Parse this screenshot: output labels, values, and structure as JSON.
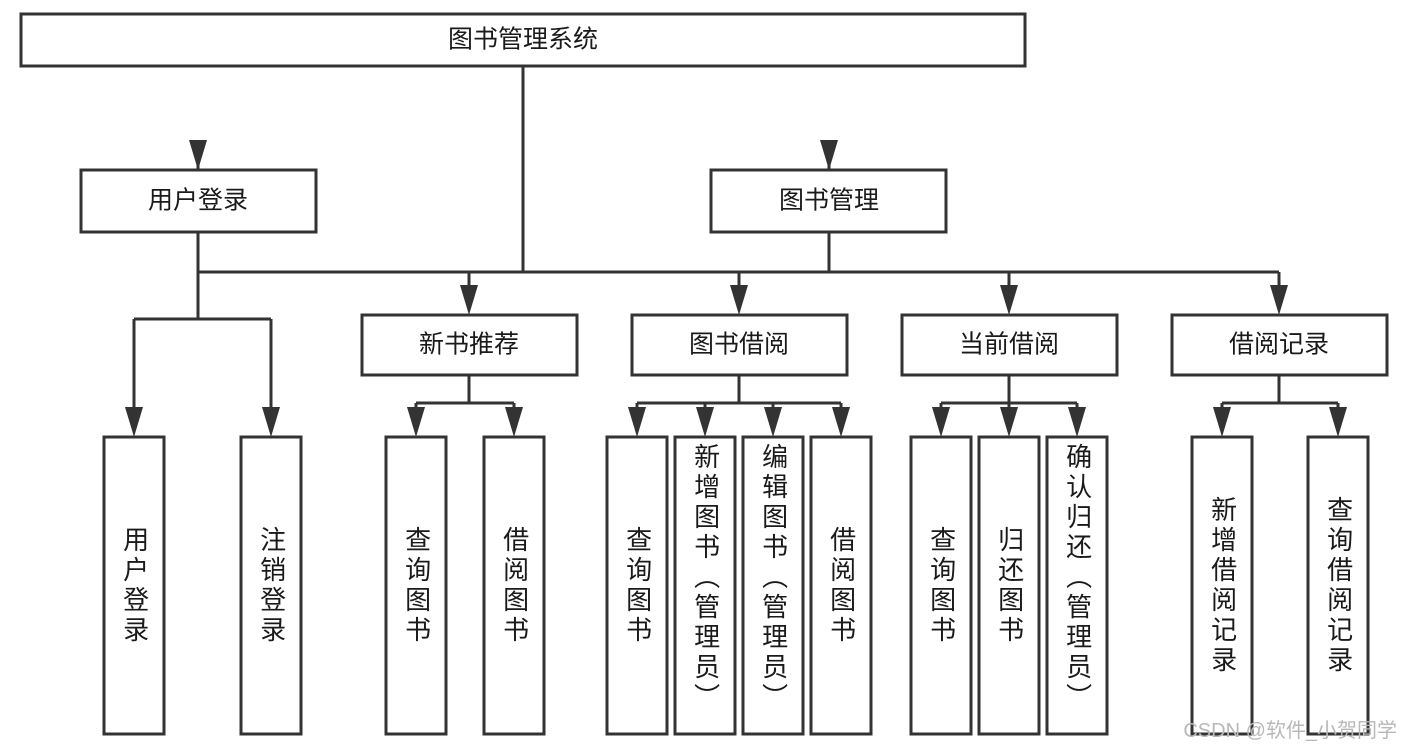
{
  "diagram": {
    "type": "tree-hierarchy",
    "title": "图书管理系统",
    "watermark": "CSDN @软件_小贺同学",
    "colors": {
      "stroke": "#333333",
      "fill": "#ffffff",
      "text": "#1a1a1a",
      "watermark": "#b8b8b8",
      "background": "#ffffff"
    },
    "levels": [
      {
        "level": 1,
        "nodes": [
          {
            "id": "root",
            "label": "图书管理系统",
            "orientation": "horizontal"
          }
        ]
      },
      {
        "level": 2,
        "nodes": [
          {
            "id": "user-login",
            "label": "用户登录",
            "orientation": "horizontal",
            "parent": "root"
          },
          {
            "id": "book-manage",
            "label": "图书管理",
            "orientation": "horizontal",
            "parent": "root"
          }
        ]
      },
      {
        "level": 3,
        "nodes": [
          {
            "id": "new-book-rec",
            "label": "新书推荐",
            "orientation": "horizontal",
            "parent": "book-manage"
          },
          {
            "id": "book-borrow",
            "label": "图书借阅",
            "orientation": "horizontal",
            "parent": "book-manage"
          },
          {
            "id": "current-borrow",
            "label": "当前借阅",
            "orientation": "horizontal",
            "parent": "book-manage"
          },
          {
            "id": "borrow-record",
            "label": "借阅记录",
            "orientation": "horizontal",
            "parent": "book-manage"
          }
        ]
      },
      {
        "level": 4,
        "nodes": [
          {
            "id": "leaf-user-login",
            "label": "用户登录",
            "orientation": "vertical",
            "parent": "user-login"
          },
          {
            "id": "leaf-logout",
            "label": "注销登录",
            "orientation": "vertical",
            "parent": "user-login"
          },
          {
            "id": "leaf-query-book-1",
            "label": "查询图书",
            "orientation": "vertical",
            "parent": "new-book-rec"
          },
          {
            "id": "leaf-borrow-book-1",
            "label": "借阅图书",
            "orientation": "vertical",
            "parent": "new-book-rec"
          },
          {
            "id": "leaf-query-book-2",
            "label": "查询图书",
            "orientation": "vertical",
            "parent": "book-borrow"
          },
          {
            "id": "leaf-add-book",
            "label": "新增图书（管理员）",
            "orientation": "vertical",
            "parent": "book-borrow"
          },
          {
            "id": "leaf-edit-book",
            "label": "编辑图书（管理员）",
            "orientation": "vertical",
            "parent": "book-borrow"
          },
          {
            "id": "leaf-borrow-book-2",
            "label": "借阅图书",
            "orientation": "vertical",
            "parent": "book-borrow"
          },
          {
            "id": "leaf-query-book-3",
            "label": "查询图书",
            "orientation": "vertical",
            "parent": "current-borrow"
          },
          {
            "id": "leaf-return-book",
            "label": "归还图书",
            "orientation": "vertical",
            "parent": "current-borrow"
          },
          {
            "id": "leaf-confirm-return",
            "label": "确认归还（管理员）",
            "orientation": "vertical",
            "parent": "current-borrow"
          },
          {
            "id": "leaf-add-record",
            "label": "新增借阅记录",
            "orientation": "vertical",
            "parent": "borrow-record"
          },
          {
            "id": "leaf-query-record",
            "label": "查询借阅记录",
            "orientation": "vertical",
            "parent": "borrow-record"
          }
        ]
      }
    ]
  }
}
